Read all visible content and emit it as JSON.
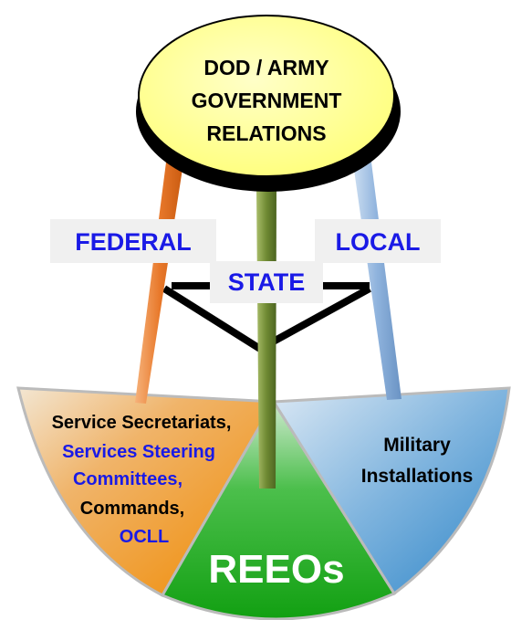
{
  "stool": {
    "title_lines": [
      "DOD / ARMY",
      "GOVERNMENT",
      "RELATIONS"
    ]
  },
  "legs": {
    "federal": {
      "label": "FEDERAL",
      "color": "#e87e2a"
    },
    "state": {
      "label": "STATE",
      "color": "#6f8a33"
    },
    "local": {
      "label": "LOCAL",
      "color": "#8fb3dd"
    }
  },
  "segments": {
    "left": {
      "lines": [
        {
          "text": "Service Secretariats,",
          "color": "#000000"
        },
        {
          "text": "Services Steering",
          "color": "#1a1ae6"
        },
        {
          "text": "Committees,",
          "color": "#1a1ae6"
        },
        {
          "text": "Commands,",
          "color": "#000000"
        },
        {
          "text": "OCLL",
          "color": "#1a1ae6"
        }
      ]
    },
    "middle": {
      "label": "REEOs",
      "color": "#ffffff"
    },
    "right": {
      "lines": [
        {
          "text": "Military",
          "color": "#000000"
        },
        {
          "text": "Installations",
          "color": "#000000"
        }
      ]
    }
  },
  "colors": {
    "label_blue": "#1a1ae6",
    "seat_top": "#ffff99",
    "seat_edge": "#000000",
    "left_segment": "#e98a14",
    "middle_segment": "#2aa52a",
    "right_segment": "#4a94cc"
  }
}
